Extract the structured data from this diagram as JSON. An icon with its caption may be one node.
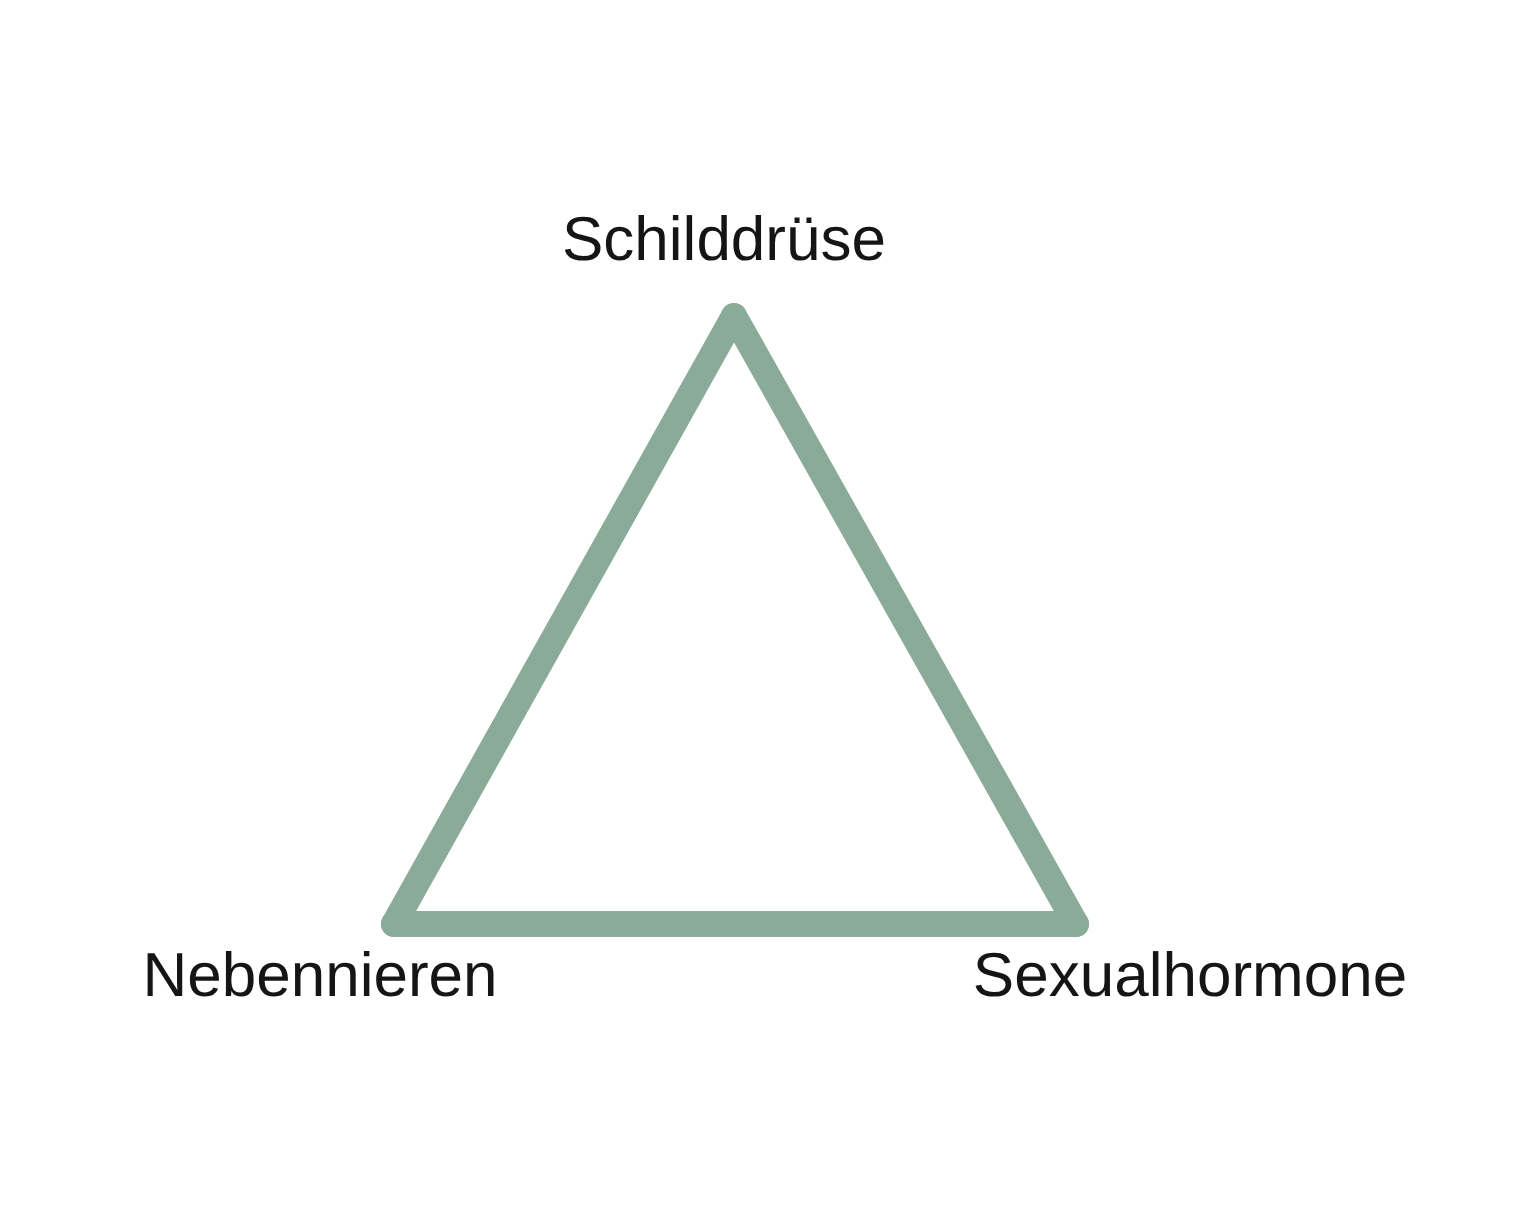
{
  "diagram": {
    "nodes": [
      {
        "text": [
          "Schilddrüse"
        ]
      },
      {
        "text": [
          "Nebennieren"
        ]
      },
      {
        "text": [
          "Sexualhormone"
        ]
      }
    ],
    "edges": [
      {
        "from": 0,
        "to": 1,
        "arrow": "none"
      },
      {
        "from": 1,
        "to": 2,
        "arrow": "none"
      },
      {
        "from": 2,
        "to": 0,
        "arrow": "none"
      }
    ]
  }
}
